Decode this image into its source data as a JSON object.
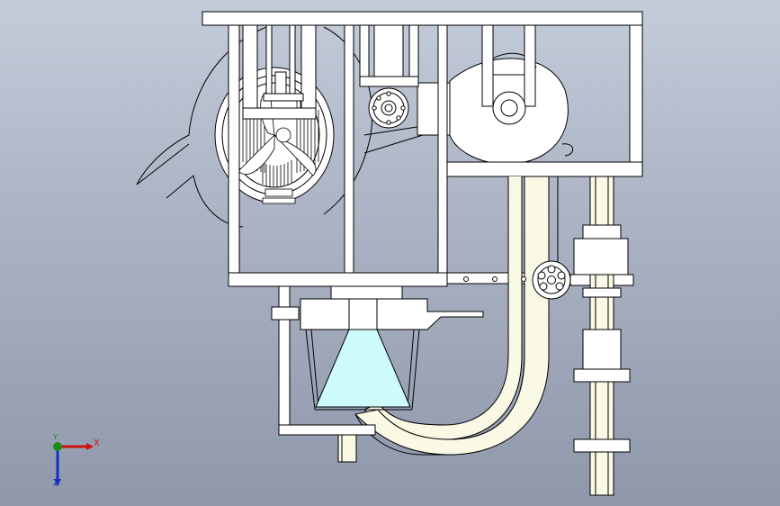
{
  "view": {
    "background_top": "#c4cbd9",
    "background_bottom": "#8f98ab"
  },
  "triad": {
    "x_label": "X",
    "y_label": "Y",
    "z_label": "Z",
    "x_color": "#d01010",
    "y_color": "#1a8a1a",
    "z_color": "#1030c0"
  },
  "model": {
    "part_fill": "#ffffff",
    "edge_color": "#000000",
    "pipe_fill": "#f9f9e6",
    "funnel_fill": "#cdfbfb"
  }
}
